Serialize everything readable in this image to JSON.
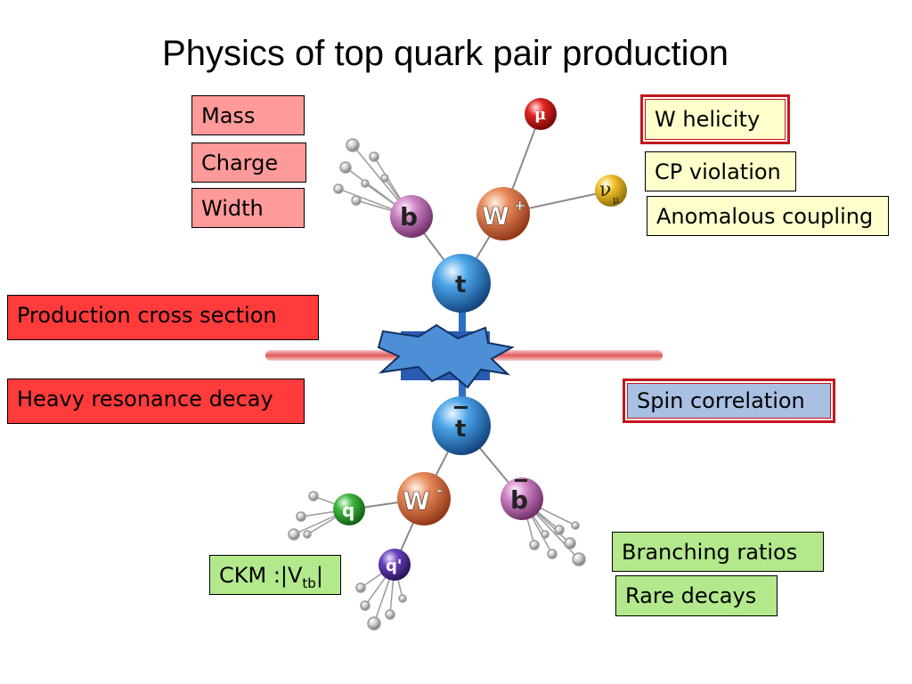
{
  "title": "Physics of top quark pair production",
  "properties": {
    "mass": "Mass",
    "charge": "Charge",
    "width": "Width",
    "w_helicity": "W helicity",
    "cp_violation": "CP violation",
    "anomalous_coupling": "Anomalous coupling",
    "production_cross_section": "Production cross section",
    "heavy_resonance_decay": "Heavy resonance decay",
    "spin_correlation": "Spin correlation",
    "ckm_prefix": "CKM :|V",
    "ckm_sub": "tb",
    "ckm_suffix": "|",
    "branching_ratios": "Branching ratios",
    "rare_decays": "Rare decays"
  },
  "particles": {
    "mu": "μ",
    "nu": "ν",
    "nu_sub": "μ",
    "b": "b",
    "w_plus": "W",
    "w_plus_sup": "+",
    "t": "t",
    "t_bar": "t",
    "w_minus": "W",
    "w_minus_sup": "-",
    "q": "q",
    "q_prime": "q'",
    "b_bar": "b"
  },
  "colors": {
    "pink": "#ff9a9a",
    "red": "#ff3b3b",
    "yellow": "#ffffcc",
    "green": "#b4e88c",
    "blue": "#a9c0e3",
    "frame_red": "#c4161c"
  }
}
